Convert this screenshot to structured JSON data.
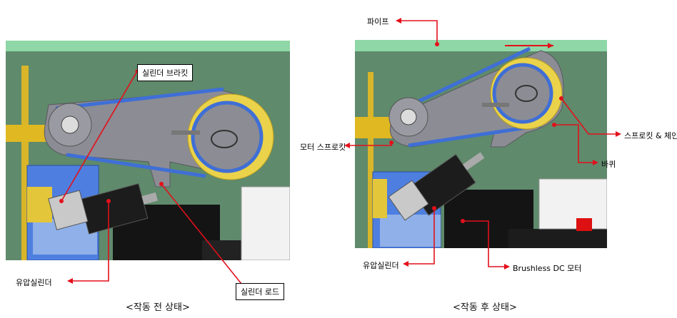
{
  "before": {
    "caption": "<작동 전 상태>",
    "labels": {
      "cylinder_bracket": "실린더 브라킷",
      "cylinder_rod": "실린더 로드",
      "hydraulic_cylinder": "유압실린더"
    }
  },
  "after": {
    "caption": "<작동 후 상태>",
    "labels": {
      "pipe": "파이프",
      "sprocket_chain": "스프로킷 & 체인",
      "motor_sprocket": "모터 스프로킷",
      "wheel": "바퀴",
      "hydraulic_cylinder": "유압실린더",
      "bldc_motor": "Brushless DC 모터"
    }
  },
  "colors": {
    "annotation": "#e3101b",
    "pipe_band": "#8fd7a6",
    "wall": "#5f8a6c",
    "arm": "#8c8c94",
    "chain": "#3f6fd6",
    "wheel": "#ead24a",
    "cylinder": "#1c1c1c",
    "gearbox": "#4e7fe0"
  }
}
